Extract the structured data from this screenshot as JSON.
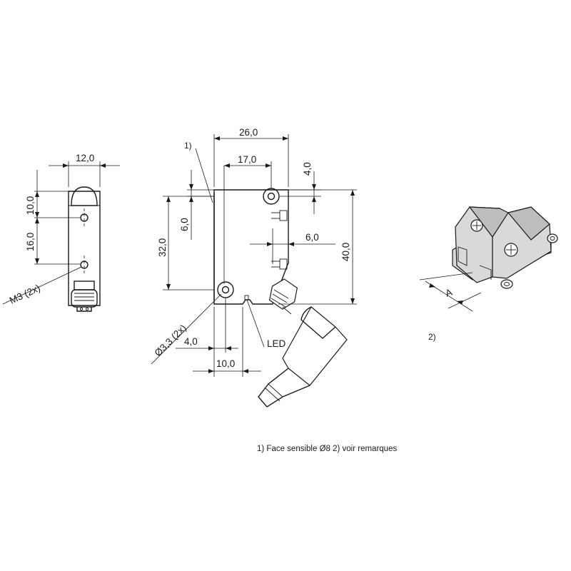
{
  "dimensions": {
    "side_width": "12,0",
    "side_top": "10,0",
    "side_middle": "16,0",
    "thread": "M3  (2x)",
    "front_width": "26,0",
    "front_offset": "17,0",
    "front_top_right": "4,0",
    "front_hole_offset": "6,0",
    "front_hole_spacing": "32,0",
    "front_height": "40,0",
    "front_led_offset": "6,0",
    "hole_diameter": "Ø3,3  (2x)",
    "bottom_small": "4,0",
    "bottom_large": "10,0"
  },
  "labels": {
    "sensing_face_marker": "1)",
    "led": "LED",
    "remark_marker": "2)",
    "iso_dimension": "A"
  },
  "footnote": "1) Face sensible Ø8  2) voir remarques"
}
